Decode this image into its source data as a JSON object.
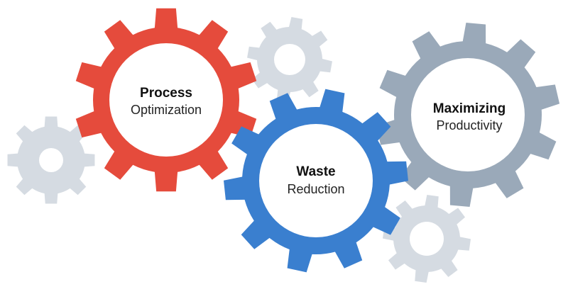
{
  "colors": {
    "red": "#e54b3c",
    "blue": "#3a7fcf",
    "slate": "#9aa9b9",
    "light_gray": "#d5dbe2",
    "hub": "#ffffff"
  },
  "gears": [
    {
      "id": "process-optimization",
      "title": "Process",
      "subtitle": "Optimization",
      "color": "red"
    },
    {
      "id": "waste-reduction",
      "title": "Waste",
      "subtitle": "Reduction",
      "color": "blue"
    },
    {
      "id": "maximizing-productivity",
      "title": "Maximizing",
      "subtitle": "Productivity",
      "color": "slate"
    }
  ],
  "small_gears": [
    {
      "id": "small-gear-left",
      "color": "light_gray"
    },
    {
      "id": "small-gear-top",
      "color": "light_gray"
    },
    {
      "id": "small-gear-bottom",
      "color": "light_gray"
    }
  ]
}
